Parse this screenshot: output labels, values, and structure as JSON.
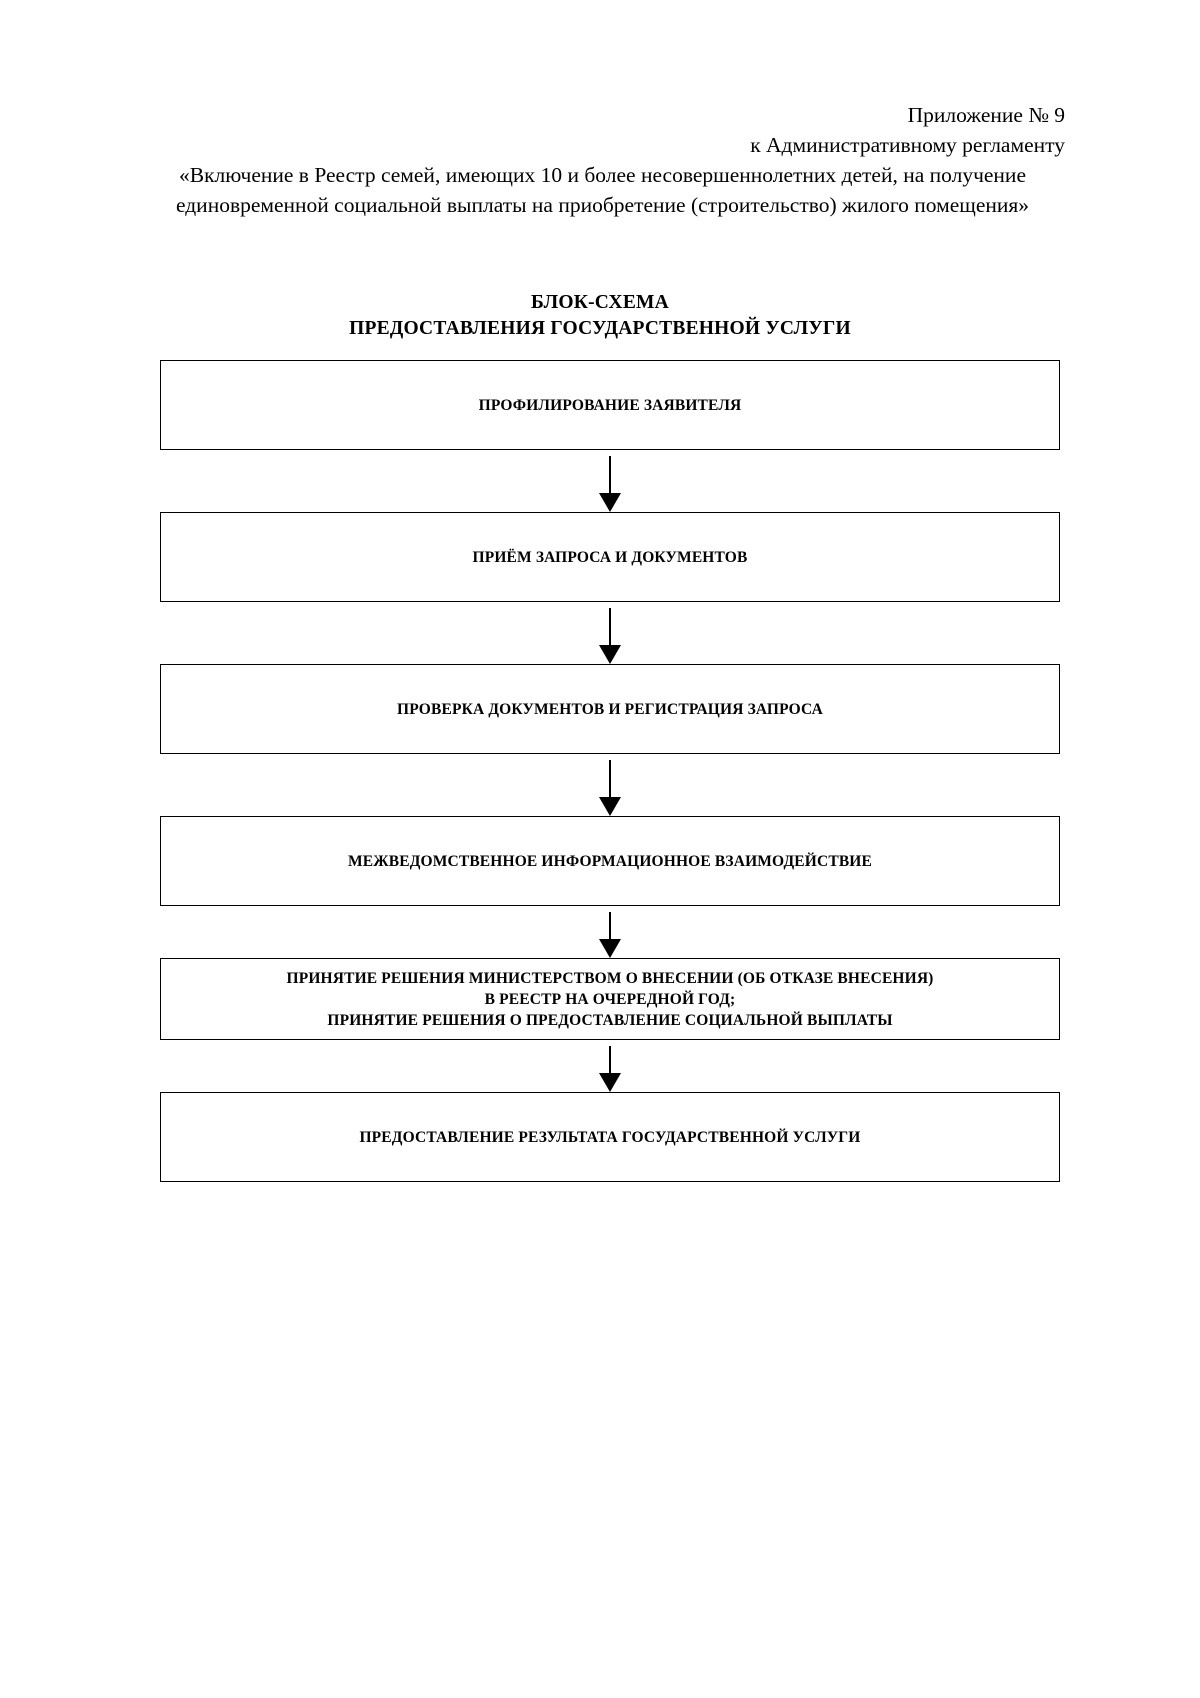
{
  "header": {
    "appendix_number": "Приложение № 9",
    "regulation_ref": "к Административному регламенту",
    "regulation_title_line1": "«Включение в Реестр семей, имеющих 10 и более несовершеннолетних детей, на получение",
    "regulation_title_line2": "единовременной социальной выплаты на приобретение (строительство) жилого помещения»"
  },
  "chart": {
    "title_line1": "БЛОК-СХЕМА",
    "title_line2": "ПРЕДОСТАВЛЕНИЯ ГОСУДАРСТВЕННОЙ УСЛУГИ",
    "nodes": [
      {
        "id": "profiling",
        "lines": [
          "ПРОФИЛИРОВАНИЕ ЗАЯВИТЕЛЯ"
        ]
      },
      {
        "id": "intake",
        "lines": [
          "ПРИЁМ ЗАПРОСА И ДОКУМЕНТОВ"
        ]
      },
      {
        "id": "verification",
        "lines": [
          "ПРОВЕРКА ДОКУМЕНТОВ И РЕГИСТРАЦИЯ ЗАПРОСА"
        ]
      },
      {
        "id": "interagency",
        "lines": [
          "МЕЖВЕДОМСТВЕННОЕ ИНФОРМАЦИОННОЕ ВЗАИМОДЕЙСТВИЕ"
        ]
      },
      {
        "id": "decision",
        "lines": [
          "ПРИНЯТИЕ РЕШЕНИЯ МИНИСТЕРСТВОМ О ВНЕСЕНИИ (ОБ ОТКАЗЕ ВНЕСЕНИЯ)",
          "В РЕЕСТР НА ОЧЕРЕДНОЙ ГОД;",
          "ПРИНЯТИЕ РЕШЕНИЯ О ПРЕДОСТАВЛЕНИЕ СОЦИАЛЬНОЙ ВЫПЛАТЫ"
        ]
      },
      {
        "id": "result",
        "lines": [
          "ПРЕДОСТАВЛЕНИЕ РЕЗУЛЬТАТА ГОСУДАРСТВЕННОЙ УСЛУГИ"
        ]
      }
    ]
  },
  "colors": {
    "border": "#000000",
    "text": "#000000",
    "background": "#ffffff"
  }
}
